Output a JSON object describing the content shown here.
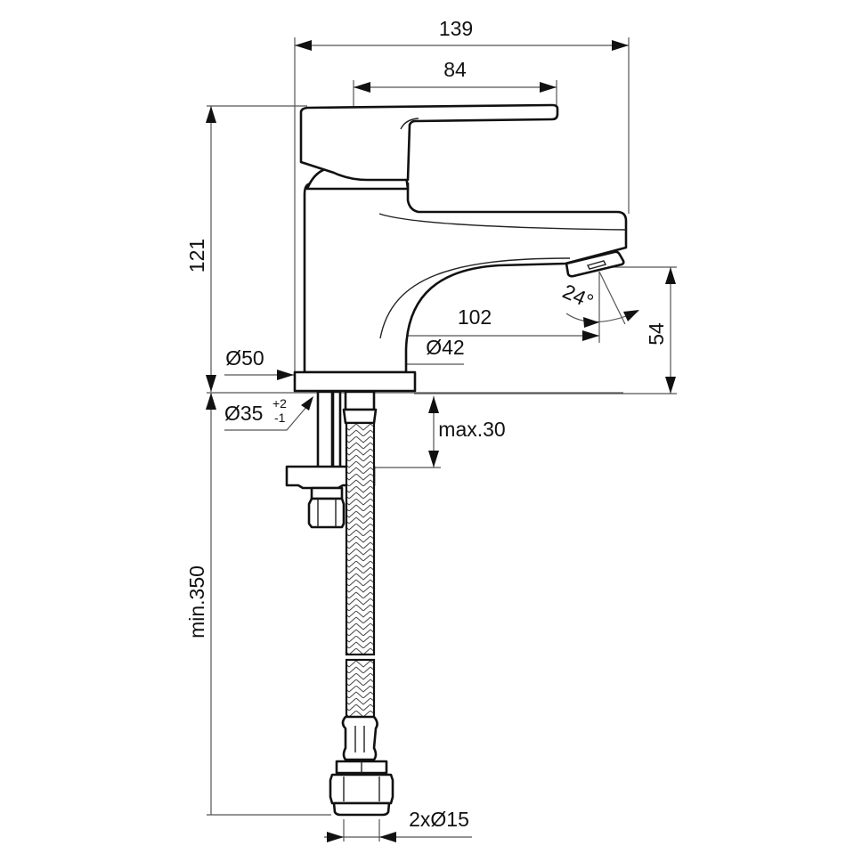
{
  "title": "Basin mixer technical dimension drawing",
  "units": "mm",
  "colors": {
    "line": "#111111",
    "dimension_line": "#555555",
    "background": "#ffffff"
  },
  "dimensions": {
    "overall_width": "139",
    "handle_length": "84",
    "overall_height": "121",
    "spout_reach": "102",
    "spout_height": "54",
    "aerator_angle": "24°",
    "base_diameter": "Ø50",
    "body_diameter": "Ø42",
    "hole_diameter": "Ø35",
    "hole_tol_plus": "+2",
    "hole_tol_minus": "-1",
    "max_deck_thickness": "max.30",
    "hose_length": "min.350",
    "connection": "2xØ15"
  },
  "components": [
    "lever-handle",
    "mixer-body",
    "spout",
    "aerator",
    "base-rosette",
    "fixing-stud",
    "fixing-plate",
    "fixing-nut",
    "braided-flexible-hose",
    "compression-fitting"
  ]
}
